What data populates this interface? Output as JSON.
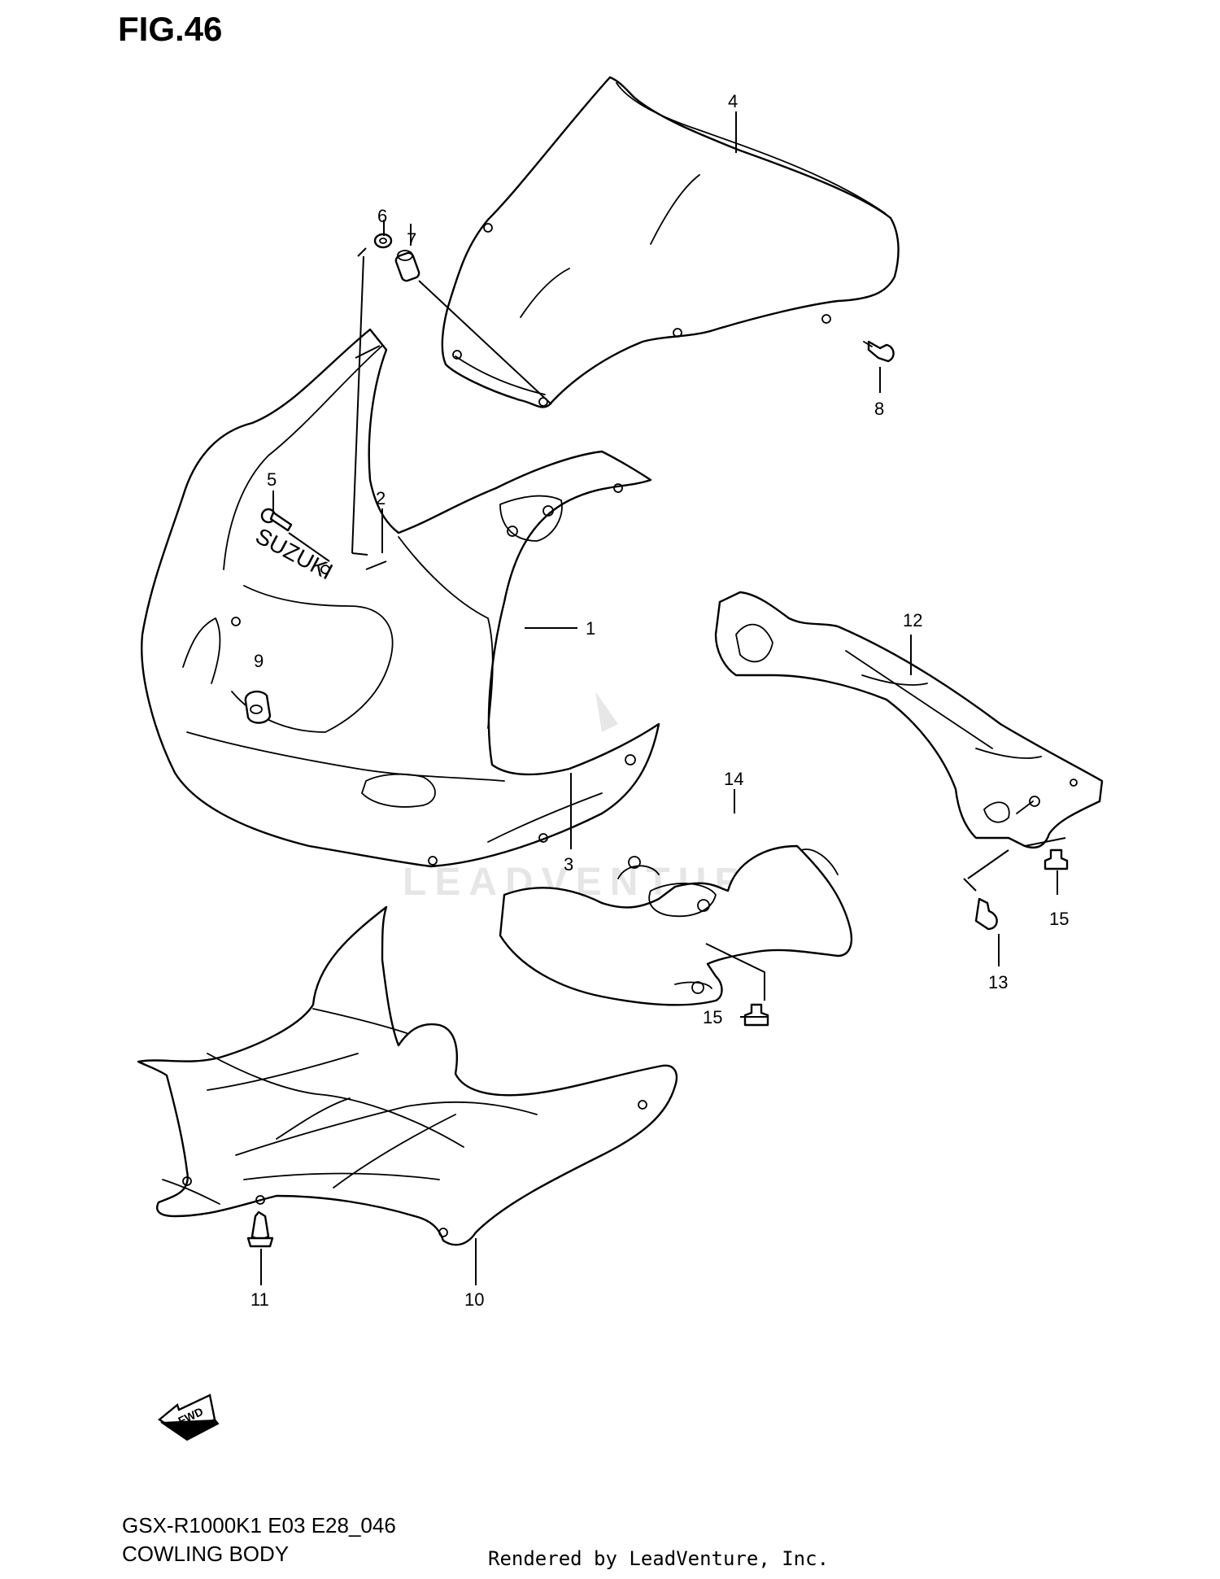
{
  "figure": {
    "title": "FIG.46",
    "model_code": "GSX-R1000K1 E03 E28_046",
    "section_name": "COWLING BODY",
    "rendered_by": "Rendered by LeadVenture, Inc."
  },
  "logo_text": "SUZUKI",
  "fwd_label": "FWD",
  "watermark": "LEADVENTURE",
  "callouts": {
    "c1": "1",
    "c2": "2",
    "c3": "3",
    "c4": "4",
    "c5": "5",
    "c6": "6",
    "c7": "7",
    "c8": "8",
    "c9": "9",
    "c10": "10",
    "c11": "11",
    "c12": "12",
    "c13": "13",
    "c14": "14",
    "c15a": "15",
    "c15b": "15"
  }
}
